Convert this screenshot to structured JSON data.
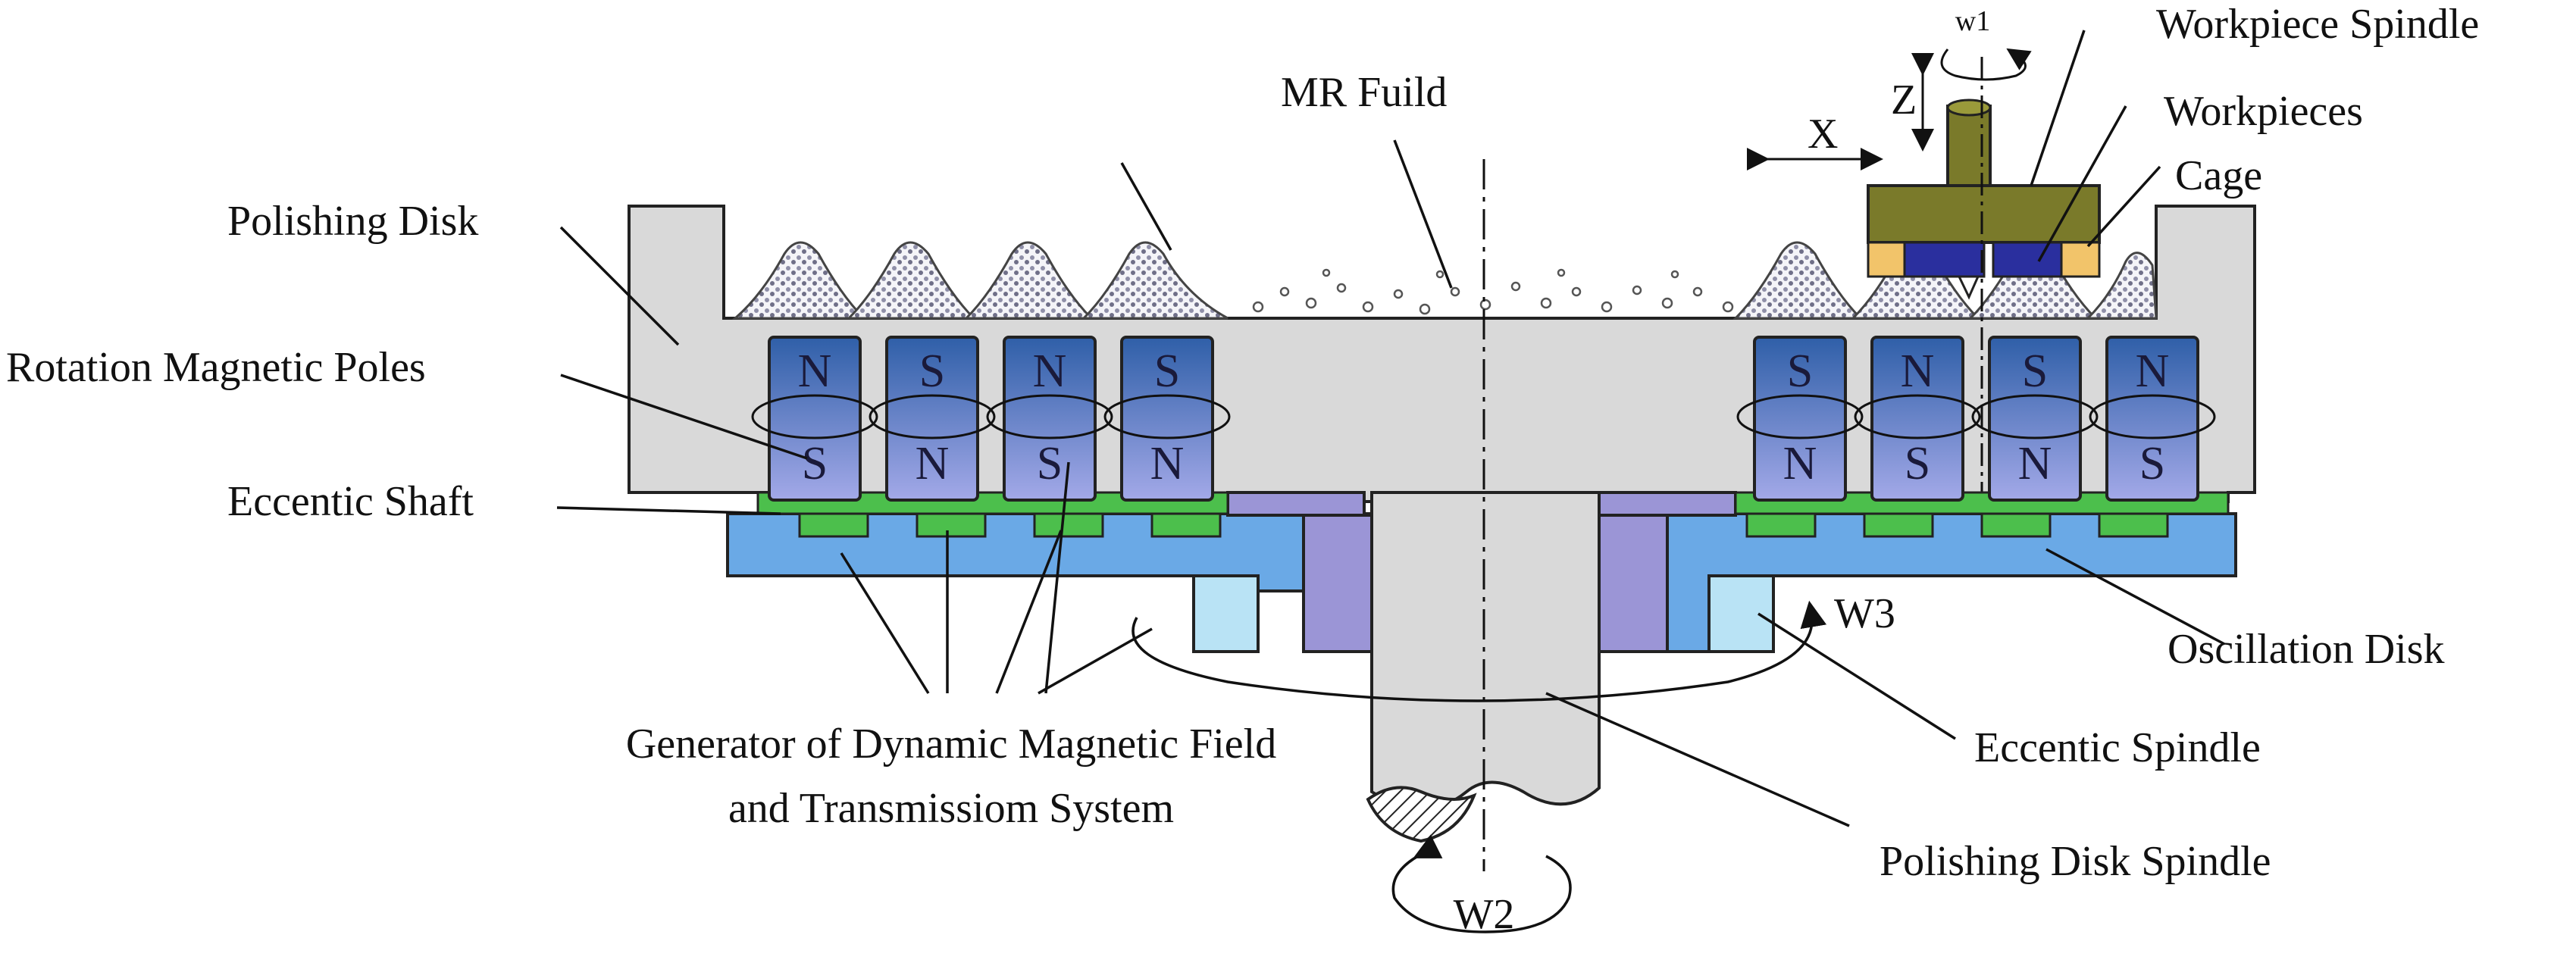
{
  "labels": {
    "polishing_disk": "Polishing Disk",
    "rotation_magnetic_poles": "Rotation Magnetic Poles",
    "eccentic_shaft": "Eccentic Shaft",
    "generator_line1": "Generator of Dynamic Magnetic Field",
    "generator_line2": "and Transmissiom System",
    "mr_fluid": "MR Fuild",
    "workpiece_spindle": "Workpiece Spindle",
    "workpieces": "Workpieces",
    "cage": "Cage",
    "oscillation_disk": "Oscillation Disk",
    "eccentic_spindle": "Eccentic Spindle",
    "polishing_disk_spindle": "Polishing Disk Spindle"
  },
  "motion": {
    "w1": "w1",
    "w2": "W2",
    "w3": "W3",
    "x": "X",
    "z": "Z"
  },
  "poles_left": [
    {
      "top": "N",
      "bottom": "S"
    },
    {
      "top": "S",
      "bottom": "N"
    },
    {
      "top": "N",
      "bottom": "S"
    },
    {
      "top": "S",
      "bottom": "N"
    }
  ],
  "poles_right": [
    {
      "top": "S",
      "bottom": "N"
    },
    {
      "top": "N",
      "bottom": "S"
    },
    {
      "top": "S",
      "bottom": "N"
    },
    {
      "top": "N",
      "bottom": "S"
    }
  ],
  "colors": {
    "disk_gray": "#d9d9d9",
    "pole_blue_top": "#2f5fa8",
    "pole_blue_bottom": "#9aa3e0",
    "oscillation_blue": "#6aa9e6",
    "spindle_purple": "#9b95d6",
    "eccentric_light": "#b9e3f5",
    "shaft_green": "#4cbf4c",
    "workpiece_olive": "#7a7a2a",
    "workpiece_blue": "#2a2f9e",
    "cage_yellow": "#f2c46a"
  }
}
